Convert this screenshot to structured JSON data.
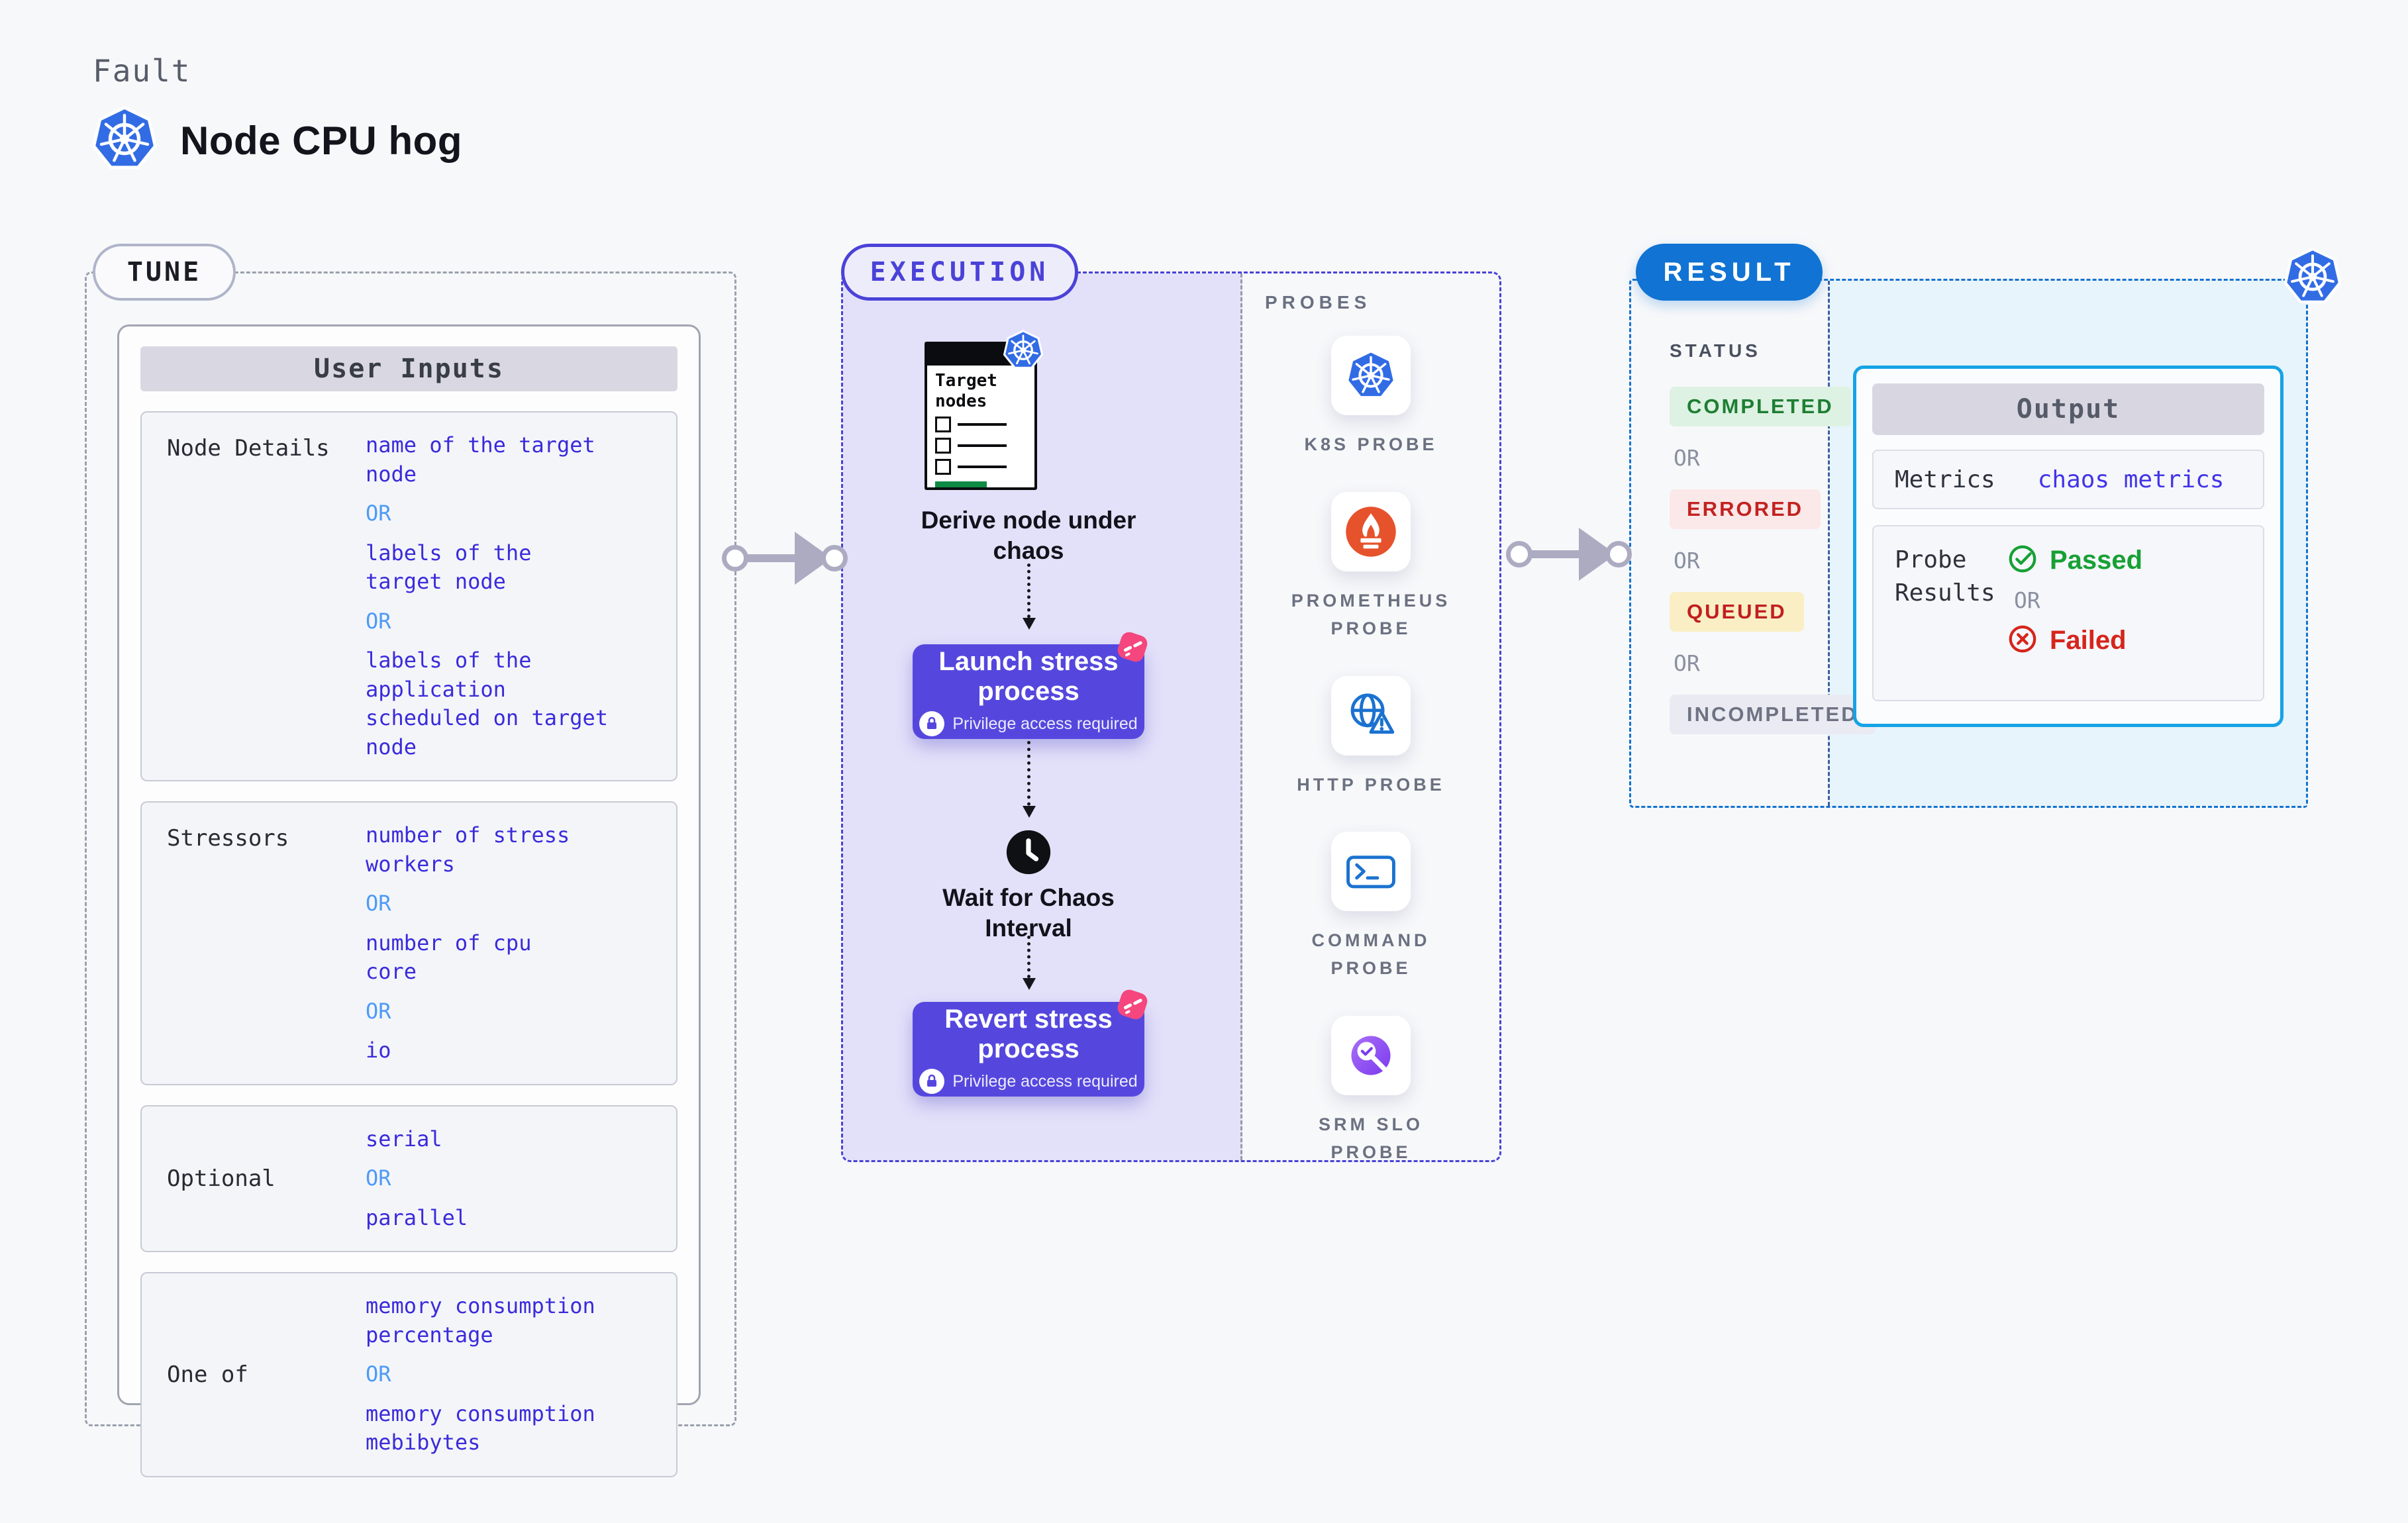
{
  "page": {
    "eyebrow": "Fault",
    "title": "Node CPU hog"
  },
  "colors": {
    "kubernetes_blue": "#326CE5",
    "execution_accent": "#4A42D8",
    "result_accent": "#1173D3",
    "value_indigo": "#3A2BDB",
    "or_blue": "#4D9BF6",
    "button_indigo": "#5547DE",
    "output_border_cyan": "#16A3E6",
    "passed_green": "#17A034",
    "failed_red": "#D6251B",
    "prometheus_orange": "#E6522C",
    "chaos_pink": "#F5467E"
  },
  "tune": {
    "badge": "TUNE",
    "panel_title": "User Inputs",
    "or_label": "OR",
    "rows": [
      {
        "label": "Node Details",
        "options": [
          "name of the target\nnode",
          "labels of the\ntarget node",
          "labels of the application\n scheduled on target node"
        ]
      },
      {
        "label": "Stressors",
        "options": [
          "number of stress\nworkers",
          "number of cpu\ncore",
          "io"
        ]
      },
      {
        "label": "Optional",
        "options": [
          "serial",
          "parallel"
        ]
      },
      {
        "label": "One of",
        "options": [
          "memory consumption\npercentage",
          "memory consumption\nmebibytes"
        ]
      }
    ]
  },
  "execution": {
    "badge": "EXECUTION",
    "target_card_title": "Target nodes",
    "derive_label": "Derive node under chaos",
    "launch_label": "Launch stress process",
    "privilege_note": "Privilege access required",
    "wait_label": "Wait for Chaos Interval",
    "revert_label": "Revert stress process"
  },
  "probes": {
    "title": "PROBES",
    "items": [
      {
        "label": "K8S PROBE",
        "icon": "kubernetes-icon"
      },
      {
        "label": "PROMETHEUS PROBE",
        "icon": "prometheus-icon"
      },
      {
        "label": "HTTP PROBE",
        "icon": "http-globe-icon"
      },
      {
        "label": "COMMAND PROBE",
        "icon": "command-terminal-icon"
      },
      {
        "label": "SRM SLO PROBE",
        "icon": "srm-slo-icon"
      }
    ]
  },
  "result": {
    "badge": "RESULT",
    "status_title": "STATUS",
    "or_label": "OR",
    "statuses": [
      {
        "label": "COMPLETED",
        "text_color": "#1E7E33",
        "bg_color": "#DDF2E2"
      },
      {
        "label": "ERRORED",
        "text_color": "#C22221",
        "bg_color": "#FBE8E8"
      },
      {
        "label": "QUEUED",
        "text_color": "#C02020",
        "bg_color": "#FAEEC5"
      },
      {
        "label": "INCOMPLETED",
        "text_color": "#6E7384",
        "bg_color": "#EAEBF2"
      }
    ],
    "output": {
      "title": "Output",
      "metrics_label": "Metrics",
      "metrics_value": "chaos metrics",
      "probe_results_label": "Probe Results",
      "passed_label": "Passed",
      "or_label": "OR",
      "failed_label": "Failed"
    }
  }
}
